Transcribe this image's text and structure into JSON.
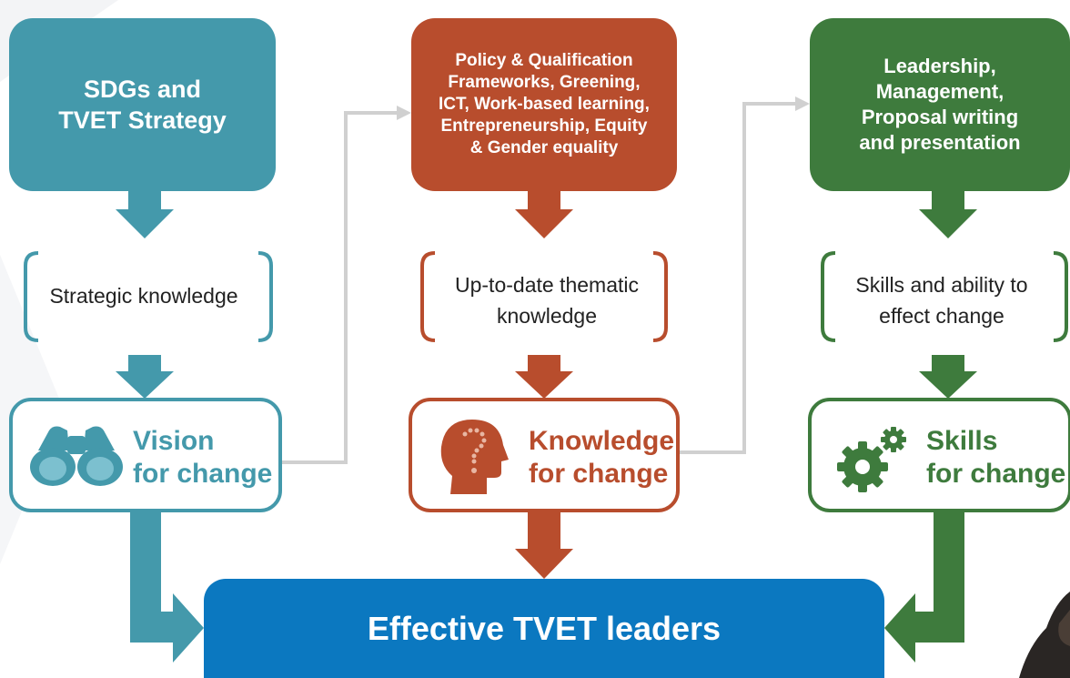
{
  "columns": [
    {
      "id": "vision",
      "color": "#4499ab",
      "input_lines": [
        "SDGs and",
        "TVET Strategy"
      ],
      "knowledge_text": "Strategic knowledge",
      "output_lines": [
        "Vision",
        "for change"
      ],
      "icon": "binoculars-icon"
    },
    {
      "id": "knowledge",
      "color": "#b84d2d",
      "input_lines": [
        "Policy & Qualification",
        "Frameworks, Greening,",
        "ICT, Work-based learning,",
        "Entrepreneurship, Equity",
        "& Gender equality"
      ],
      "knowledge_lines": [
        "Up-to-date thematic",
        "knowledge"
      ],
      "output_lines": [
        "Knowledge",
        "for change"
      ],
      "icon": "head-question-icon"
    },
    {
      "id": "skills",
      "color": "#3e7b3d",
      "input_lines": [
        "Leadership,",
        "Management,",
        "Proposal writing",
        "and presentation"
      ],
      "knowledge_lines": [
        "Skills and ability to",
        "effect change"
      ],
      "output_lines": [
        "Skills",
        "for change"
      ],
      "icon": "gears-icon"
    }
  ],
  "final": {
    "label": "Effective TVET leaders",
    "color": "#0b78c0"
  },
  "connector_color": "#d0d0d0"
}
